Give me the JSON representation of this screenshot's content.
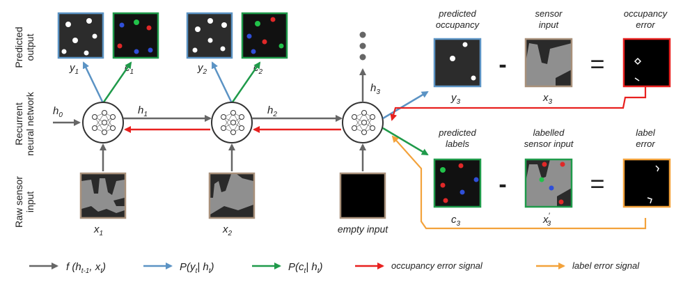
{
  "colors": {
    "gray": "#666666",
    "blue": "#5b93c4",
    "green": "#1f9a4a",
    "red": "#e8201f",
    "orange": "#f3a23b",
    "tan": "#a8907a",
    "imageDark": "#2c2c2c",
    "sensorGray": "#8f8f8f"
  },
  "row_labels": {
    "predicted": [
      "Predicted",
      "output"
    ],
    "recurrent": [
      "Recurrent",
      "neural network"
    ],
    "raw": [
      "Raw sensor",
      "input"
    ]
  },
  "steps": [
    {
      "y": "y",
      "y_sub": "1",
      "c": "c",
      "c_sub": "1",
      "x": "x",
      "x_sub": "1",
      "h_out": "h",
      "h_out_sub": "1"
    },
    {
      "y": "y",
      "y_sub": "2",
      "c": "c",
      "c_sub": "2",
      "x": "x",
      "x_sub": "2",
      "h_out": "h",
      "h_out_sub": "2"
    },
    {
      "h_out": "h",
      "h_out_sub": "3",
      "input_label": "empty input"
    }
  ],
  "h0": {
    "main": "h",
    "sub": "0"
  },
  "occupancy_eq": {
    "pred_title": [
      "predicted",
      "occupancy"
    ],
    "sensor_title": [
      "sensor",
      "input"
    ],
    "error_title": [
      "occupancy",
      "error"
    ],
    "y": "y",
    "y_sub": "3",
    "x": "x",
    "x_sub": "3",
    "minus": "-",
    "equals": "="
  },
  "label_eq": {
    "pred_title": [
      "predicted",
      "labels"
    ],
    "sensor_title": [
      "labelled",
      "sensor input"
    ],
    "error_title": [
      "label",
      "error"
    ],
    "c": "c",
    "c_sub": "3",
    "x": "x",
    "x_sub": "3",
    "x_prime": "′",
    "minus": "-",
    "equals": "="
  },
  "legend": {
    "f": {
      "pre": "f (h",
      "s1": "t-1",
      "mid": ", x",
      "s2": "t",
      "post": ")"
    },
    "py": {
      "pre": "P(y",
      "s1": "t",
      "mid": "| h",
      "s2": "t",
      "post": ")"
    },
    "pc": {
      "pre": "P(c",
      "s1": "t",
      "mid": "| h",
      "s2": "t",
      "post": ")"
    },
    "occ": "occupancy  error signal",
    "lab": "label  error signal"
  }
}
